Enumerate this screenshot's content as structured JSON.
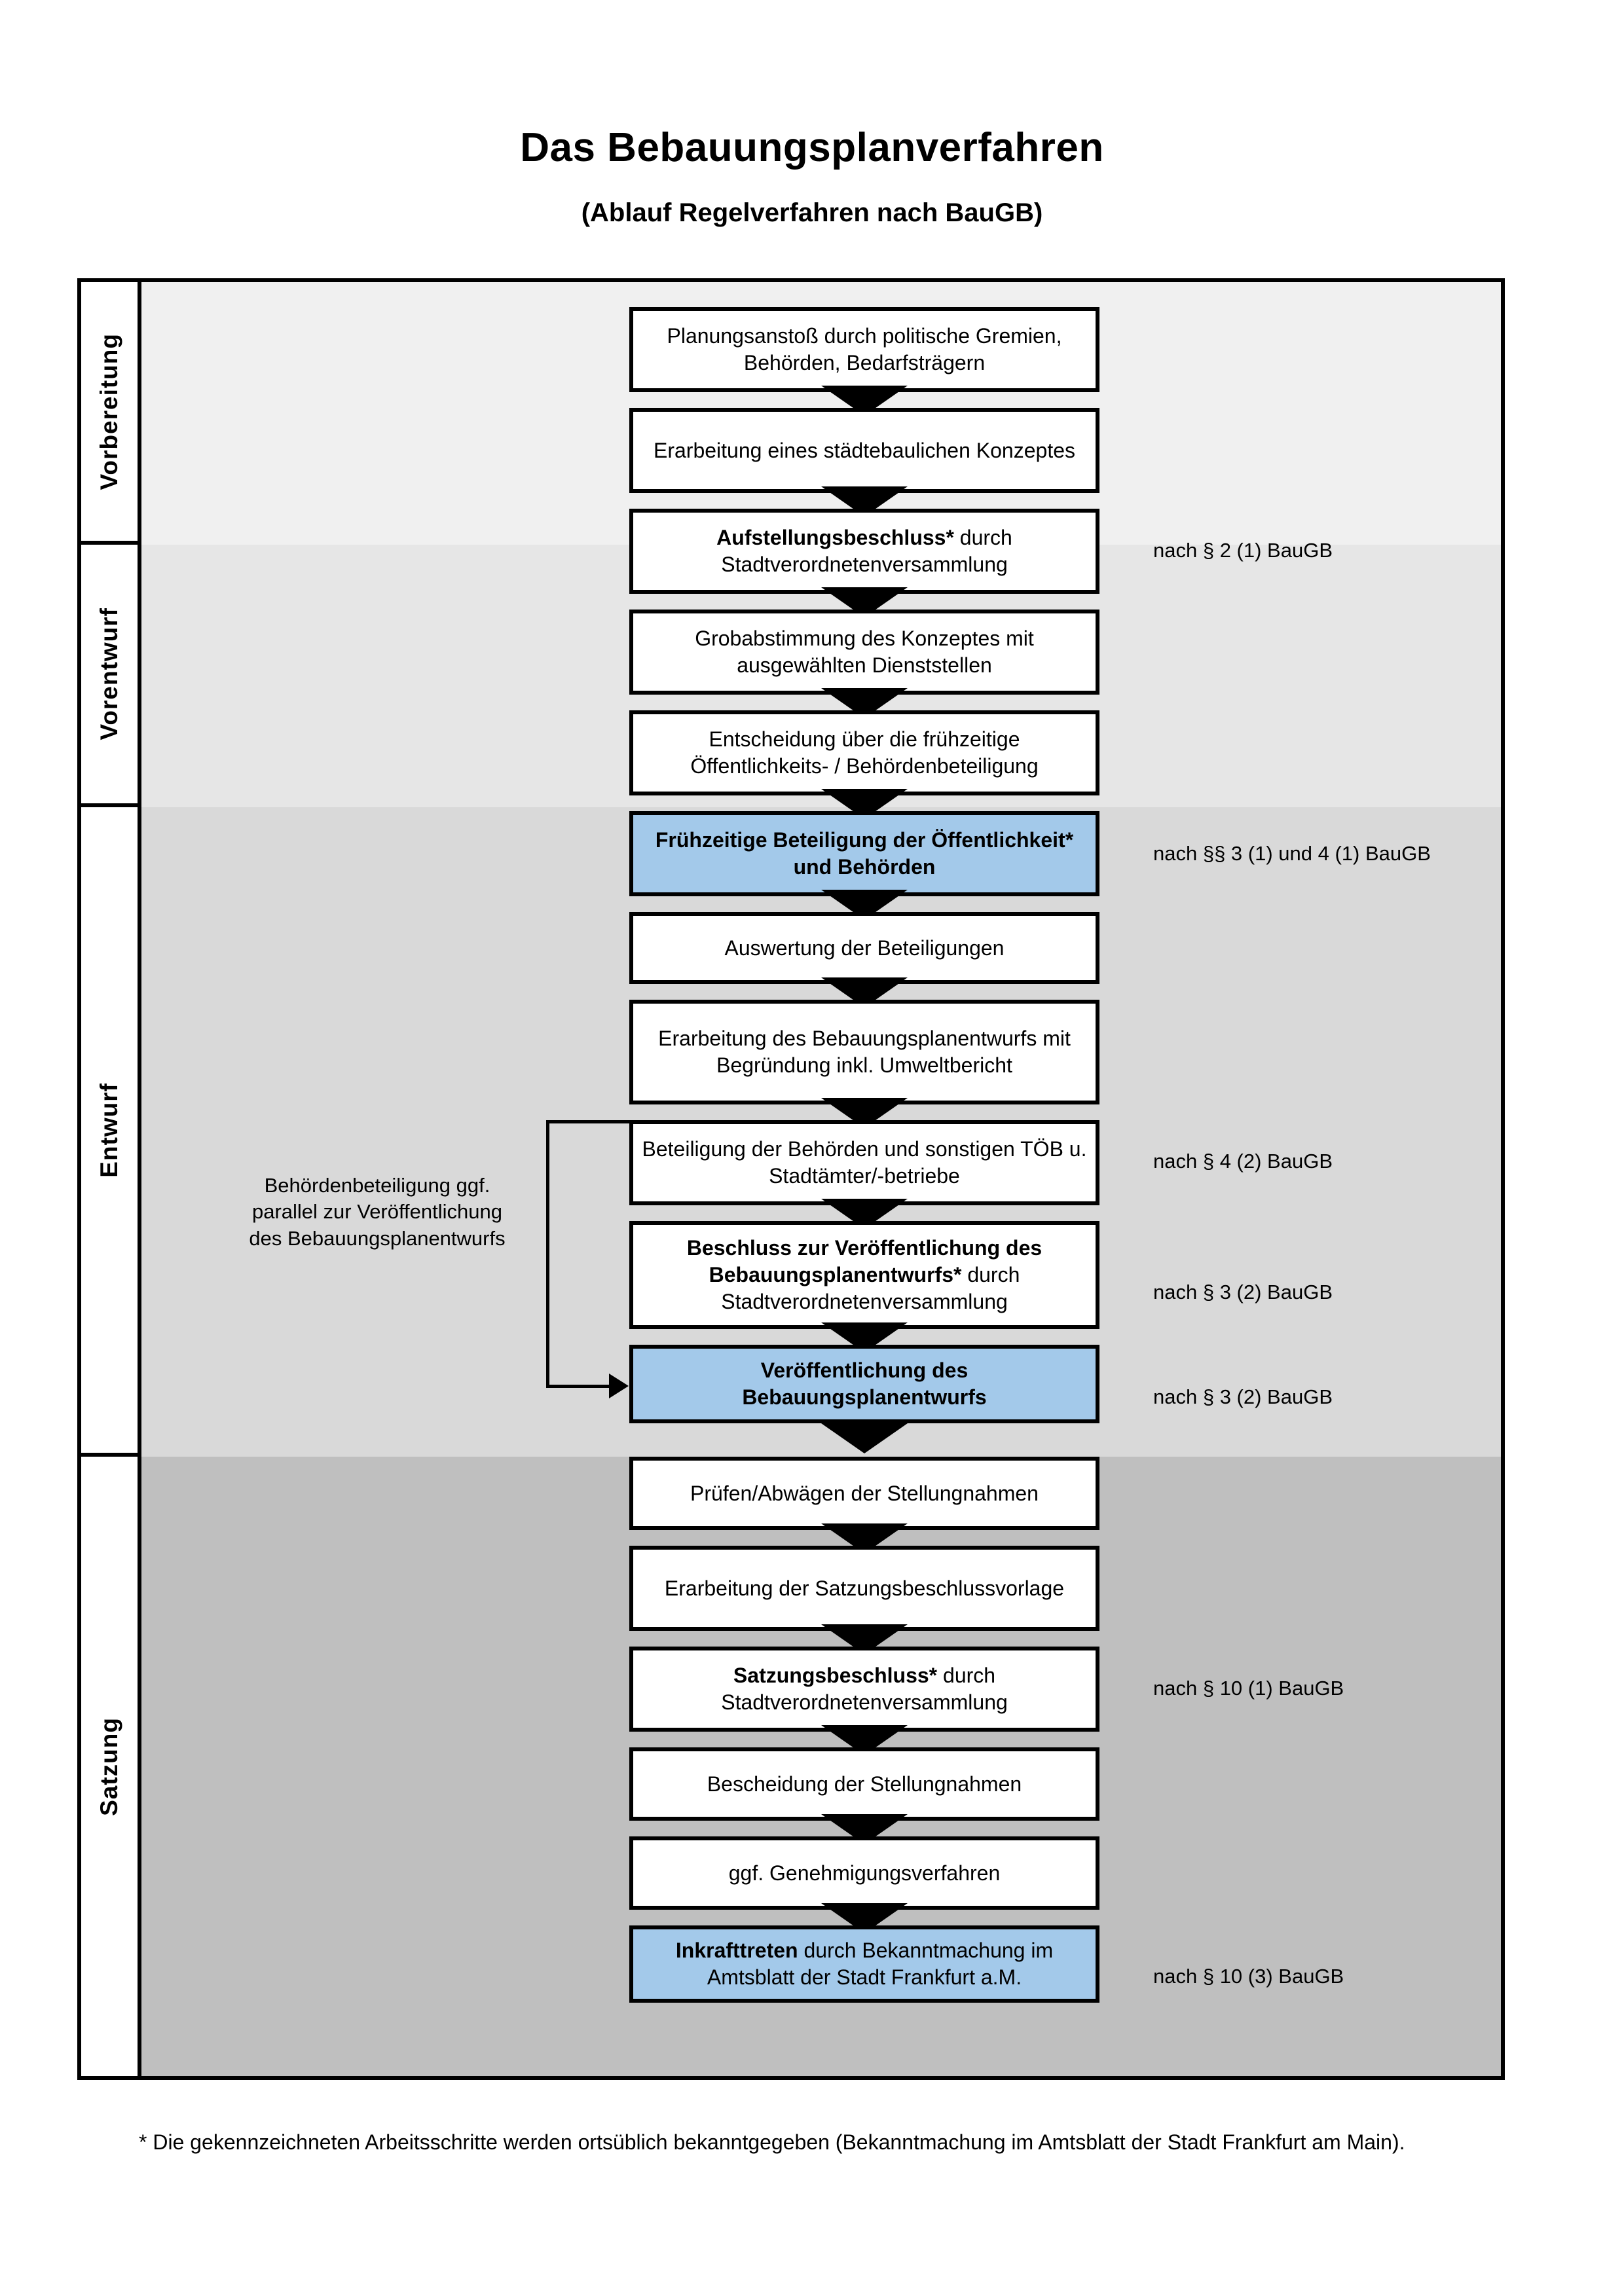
{
  "header": {
    "title": "Das Bebauungsplanverfahren",
    "subtitle": "(Ablauf Regelverfahren nach BauGB)"
  },
  "colors": {
    "highlight_blue": "#a3c9ea",
    "band_preparation": "#f0f0f0",
    "band_predraft": "#e6e6e6",
    "band_draft": "#d9d9d9",
    "band_statute": "#bfbfbf",
    "outline": "#000000"
  },
  "phases": [
    {
      "id": "vorbereitung",
      "label": "Vorbereitung"
    },
    {
      "id": "vorentwurf",
      "label": "Vorentwurf"
    },
    {
      "id": "entwurf",
      "label": "Entwurf"
    },
    {
      "id": "satzung",
      "label": "Satzung"
    }
  ],
  "steps": [
    {
      "id": "planungsanstoss",
      "phase": "vorbereitung",
      "highlight": false,
      "bold": "",
      "text": "Planungsanstoß durch politische Gremien, Behörden, Bedarfsträgern"
    },
    {
      "id": "staedtebau-konzept",
      "phase": "vorbereitung",
      "highlight": false,
      "bold": "",
      "text": "Erarbeitung eines städtebaulichen Konzeptes"
    },
    {
      "id": "aufstellungsbeschluss",
      "phase": "vorbereitung",
      "highlight": false,
      "bold": "Aufstellungsbeschluss*",
      "text": " durch Stadtverordnetenversammlung"
    },
    {
      "id": "grobabstimmung",
      "phase": "vorentwurf",
      "highlight": false,
      "bold": "",
      "text": "Grobabstimmung des Konzeptes mit ausgewählten Dienststellen"
    },
    {
      "id": "entscheidung-fruehzeitige",
      "phase": "vorentwurf",
      "highlight": false,
      "bold": "",
      "text": "Entscheidung über die frühzeitige Öffentlichkeits- / Behördenbeteiligung"
    },
    {
      "id": "fruehzeitige-beteiligung",
      "phase": "vorentwurf",
      "highlight": true,
      "bold": "Frühzeitige Beteiligung der Öffentlichkeit* und Behörden",
      "text": ""
    },
    {
      "id": "auswertung-beteiligungen",
      "phase": "entwurf",
      "highlight": false,
      "bold": "",
      "text": "Auswertung der Beteiligungen"
    },
    {
      "id": "erarbeitung-bplanentwurf",
      "phase": "entwurf",
      "highlight": false,
      "bold": "",
      "text": "Erarbeitung des Bebauungsplanentwurfs mit Begründung inkl. Umweltbericht"
    },
    {
      "id": "beteiligung-behoerden-toeb",
      "phase": "entwurf",
      "highlight": false,
      "bold": "",
      "text": "Beteiligung der Behörden und sonstigen TÖB u. Stadtämter/-betriebe"
    },
    {
      "id": "beschluss-veroeffentlichung",
      "phase": "entwurf",
      "highlight": false,
      "bold": "Beschluss zur Veröffentlichung des Bebauungsplanentwurfs*",
      "text": " durch Stadtverordnetenversammlung"
    },
    {
      "id": "veroeffentlichung-bplanentwurf",
      "phase": "entwurf",
      "highlight": true,
      "bold": "Veröffentlichung des Bebauungsplanentwurfs",
      "text": ""
    },
    {
      "id": "pruefen-abwaegen",
      "phase": "satzung",
      "highlight": false,
      "bold": "",
      "text": "Prüfen/Abwägen der Stellungnahmen"
    },
    {
      "id": "erarbeitung-satzungsvorlage",
      "phase": "satzung",
      "highlight": false,
      "bold": "",
      "text": "Erarbeitung der Satzungsbeschlussvorlage"
    },
    {
      "id": "satzungsbeschluss",
      "phase": "satzung",
      "highlight": false,
      "bold": "Satzungsbeschluss*",
      "text": " durch Stadtverordnetenversammlung"
    },
    {
      "id": "bescheidung-stellungnahmen",
      "phase": "satzung",
      "highlight": false,
      "bold": "",
      "text": "Bescheidung der Stellungnahmen"
    },
    {
      "id": "genehmigungsverfahren",
      "phase": "satzung",
      "highlight": false,
      "bold": "",
      "text": "ggf. Genehmigungsverfahren"
    },
    {
      "id": "inkrafttreten",
      "phase": "satzung",
      "highlight": true,
      "bold": "Inkrafttreten",
      "text": " durch Bekanntmachung im Amtsblatt der Stadt Frankfurt a.M."
    }
  ],
  "legal_references": [
    {
      "id": "ref-par2-1",
      "for_step": "aufstellungsbeschluss",
      "text": "nach § 2 (1) BauGB"
    },
    {
      "id": "ref-par3-4-1",
      "for_step": "fruehzeitige-beteiligung",
      "text": "nach §§ 3 (1) und 4 (1) BauGB"
    },
    {
      "id": "ref-par4-2",
      "for_step": "beteiligung-behoerden-toeb",
      "text": "nach § 4 (2) BauGB"
    },
    {
      "id": "ref-par3-2a",
      "for_step": "beschluss-veroeffentlichung",
      "text": "nach § 3 (2) BauGB"
    },
    {
      "id": "ref-par3-2b",
      "for_step": "veroeffentlichung-bplanentwurf",
      "text": "nach § 3 (2) BauGB"
    },
    {
      "id": "ref-par10-1",
      "for_step": "satzungsbeschluss",
      "text": "nach § 10 (1) BauGB"
    },
    {
      "id": "ref-par10-3",
      "for_step": "inkrafttreten",
      "text": "nach § 10 (3) BauGB"
    }
  ],
  "side_note": {
    "id": "behoerdenbeteiligung-parallel",
    "text": "Behördenbeteiligung ggf. parallel zur Veröffentlichung des Bebauungsplanentwurfs"
  },
  "footnote": {
    "text": "* Die gekennzeichneten Arbeitsschritte werden ortsüblich bekanntgegeben (Bekanntmachung im Amtsblatt  der Stadt Frankfurt am Main)."
  }
}
